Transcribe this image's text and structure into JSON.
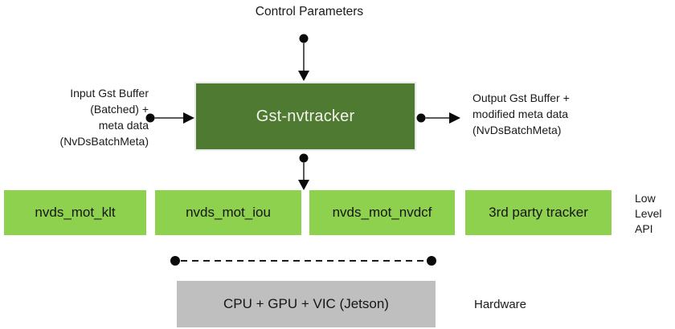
{
  "diagram": {
    "control_parameters_label": "Control Parameters",
    "tracker_block": {
      "label": "Gst-nvtracker"
    },
    "input_label": {
      "lines": [
        "Input Gst Buffer",
        "(Batched) +",
        "meta data",
        "(NvDsBatchMeta)"
      ]
    },
    "output_label": {
      "lines": [
        "Output Gst Buffer +",
        "modified meta data",
        "(NvDsBatchMeta)"
      ]
    },
    "low_level_api": {
      "blocks": [
        {
          "label": "nvds_mot_klt"
        },
        {
          "label": "nvds_mot_iou"
        },
        {
          "label": "nvds_mot_nvdcf"
        },
        {
          "label": "3rd party tracker"
        }
      ],
      "caption_lines": [
        "Low",
        "Level",
        "API"
      ]
    },
    "hardware": {
      "block_label": "CPU + GPU + VIC (Jetson)",
      "caption": "Hardware"
    },
    "colors": {
      "tracker_fill": "#4e7b31",
      "tracker_text": "#f2f2ec",
      "low_level_fill": "#8ed14f",
      "hardware_fill": "#bfbfbf",
      "connector_line": "#595959",
      "marker": "#0a0a0a",
      "text": "#1a1a1a"
    }
  }
}
